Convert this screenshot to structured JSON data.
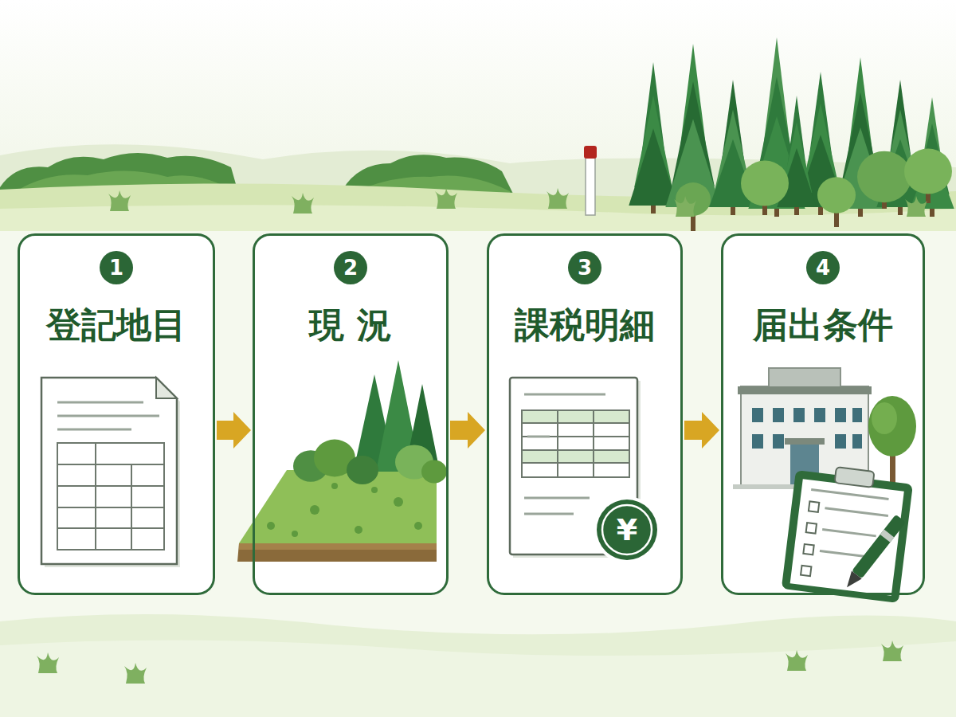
{
  "diagram": {
    "nodes": [
      {
        "text": [
          "1",
          "登記地目"
        ]
      },
      {
        "text": [
          "2",
          "現 況"
        ]
      },
      {
        "text": [
          "3",
          "課税明細"
        ]
      },
      {
        "text": [
          "4",
          "届出条件"
        ]
      }
    ],
    "edges": [
      {
        "from": 0,
        "to": 1,
        "arrow": "to"
      },
      {
        "from": 1,
        "to": 2,
        "arrow": "to"
      },
      {
        "from": 2,
        "to": 3,
        "arrow": "to"
      }
    ],
    "labels": [
      "¥"
    ]
  }
}
